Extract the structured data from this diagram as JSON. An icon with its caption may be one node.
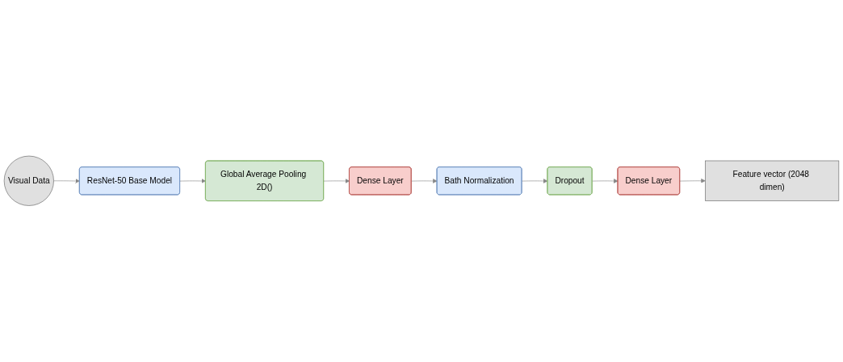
{
  "diagram": {
    "nodes": [
      {
        "text": [
          "Visual Data"
        ]
      },
      {
        "text": [
          "ResNet-50 Base Model"
        ]
      },
      {
        "text": [
          "Global Average Pooling 2D()"
        ]
      },
      {
        "text": [
          "Dense Layer"
        ]
      },
      {
        "text": [
          "Bath Normalization"
        ]
      },
      {
        "text": [
          "Dropout"
        ]
      },
      {
        "text": [
          "Dense Layer"
        ]
      },
      {
        "text": [
          "Feature vector (2048 dimen)"
        ]
      }
    ],
    "edges": [
      {
        "from": 0,
        "to": 1,
        "arrow": "to"
      },
      {
        "from": 1,
        "to": 2,
        "arrow": "to"
      },
      {
        "from": 2,
        "to": 3,
        "arrow": "to"
      },
      {
        "from": 3,
        "to": 4,
        "arrow": "to"
      },
      {
        "from": 4,
        "to": 5,
        "arrow": "to"
      },
      {
        "from": 5,
        "to": 6,
        "arrow": "to"
      },
      {
        "from": 6,
        "to": 7,
        "arrow": "to"
      }
    ]
  }
}
